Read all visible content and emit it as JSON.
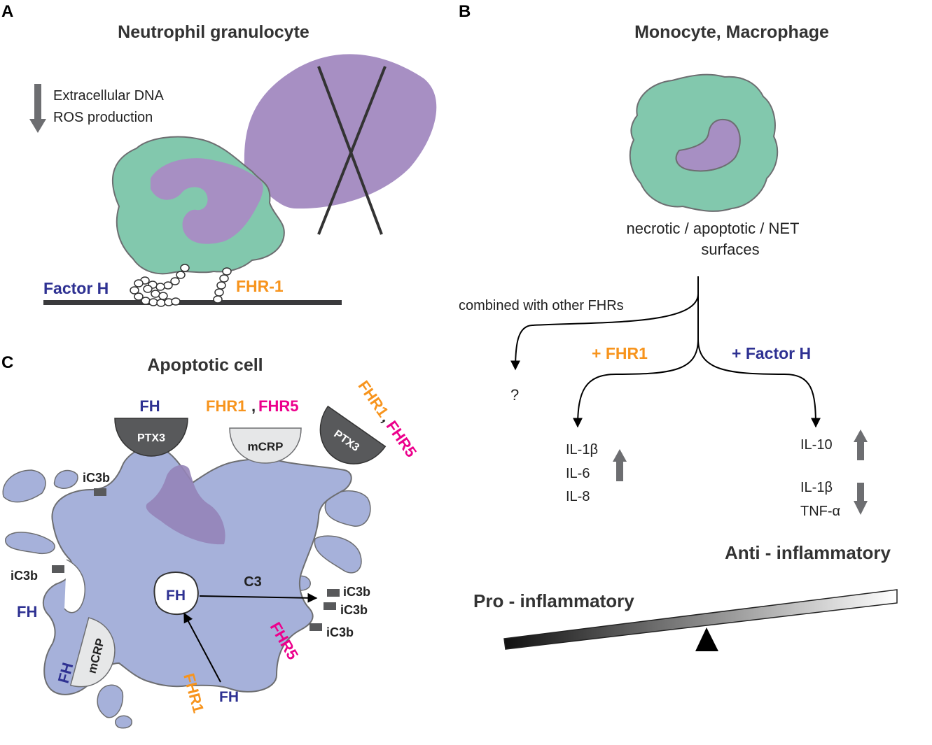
{
  "panels": {
    "a": {
      "letter": "A",
      "title": "Neutrophil granulocyte",
      "arrow_text_1": "Extracellular DNA",
      "arrow_text_2": "ROS production",
      "factor_h": "Factor H",
      "fhr1": "FHR-1"
    },
    "b": {
      "letter": "B",
      "title": "Monocyte, Macrophage",
      "surfaces_1": "necrotic / apoptotic / NET",
      "surfaces_2": "surfaces",
      "combined": "combined with other FHRs",
      "question": "?",
      "plus_fhr1": "+ FHR1",
      "plus_factor_h": "+ Factor H",
      "pro_cytokines": [
        "IL-1β",
        "IL-6",
        "IL-8"
      ],
      "anti_up": "IL-10",
      "anti_down": [
        "IL-1β",
        "TNF-α"
      ],
      "pro_label": "Pro - inflammatory",
      "anti_label": "Anti - inflammatory"
    },
    "c": {
      "letter": "C",
      "title": "Apoptotic cell",
      "fh": "FH",
      "fhr1": "FHR1",
      "fhr5": "FHR5",
      "comma": ",",
      "ptx3": "PTX3",
      "mcrp": "mCRP",
      "ic3b": "iC3b",
      "c3": "C3"
    }
  },
  "colors": {
    "green_cell": "#82c8ad",
    "purple_nucleus": "#a78fc3",
    "apoptotic_blue": "#a6b1da",
    "apoptotic_nucleus": "#9584b8",
    "navy": "#2e3192",
    "orange": "#f7941d",
    "magenta": "#ec008c",
    "dark_gray": "#58595b",
    "arrow_gray": "#6d6e71"
  }
}
